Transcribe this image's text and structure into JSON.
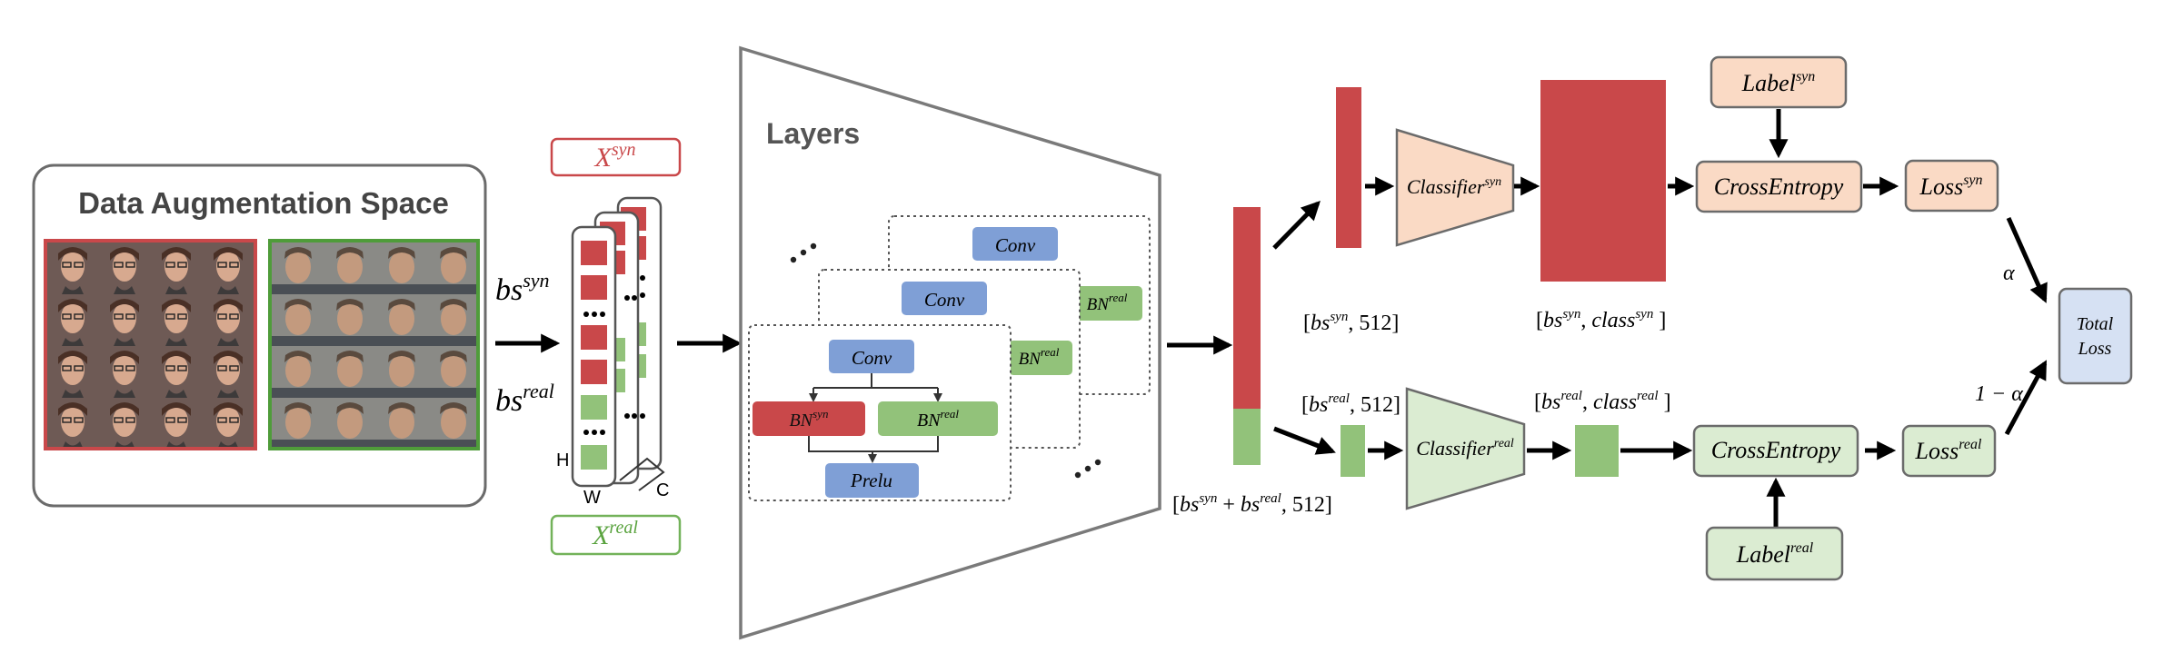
{
  "augmentation": {
    "title": "Data Augmentation Space"
  },
  "inputs": {
    "x_syn": {
      "base": "X",
      "sup": "syn"
    },
    "x_real": {
      "base": "X",
      "sup": "real"
    },
    "bs_syn": {
      "base": "bs",
      "sup": "syn"
    },
    "bs_real": {
      "base": "bs",
      "sup": "real"
    },
    "dims": {
      "h": "H",
      "w": "W",
      "c": "C"
    }
  },
  "network": {
    "title": "Layers",
    "conv": "Conv",
    "bn_syn": {
      "base": "BN",
      "sup": "syn"
    },
    "bn_real": {
      "base": "BN",
      "sup": "real"
    },
    "prelu": "Prelu",
    "ellipsis": "..."
  },
  "features": {
    "combined_shape": {
      "pre": "[",
      "a": "bs",
      "a_sup": "syn",
      "plus": " + ",
      "b": "bs",
      "b_sup": "real",
      "post": ", 512]"
    },
    "syn_shape": {
      "pre": "[",
      "a": "bs",
      "a_sup": "syn",
      "post": ", 512]"
    },
    "real_shape": {
      "pre": "[",
      "a": "bs",
      "a_sup": "real",
      "post": ", 512]"
    }
  },
  "heads": {
    "classifier_syn": {
      "base": "Classifier",
      "sup": "syn"
    },
    "classifier_real": {
      "base": "Classifier",
      "sup": "real"
    },
    "logits_syn_shape": {
      "pre": "[",
      "a": "bs",
      "a_sup": "syn",
      "mid": ", ",
      "b": "class",
      "b_sup": "syn",
      "post": " ]"
    },
    "logits_real_shape": {
      "pre": "[",
      "a": "bs",
      "a_sup": "real",
      "mid": ", ",
      "b": "class",
      "b_sup": "real",
      "post": " ]"
    },
    "label_syn": {
      "base": "Label",
      "sup": "syn"
    },
    "label_real": {
      "base": "Label",
      "sup": "real"
    },
    "cross_entropy": "CrossEntropy",
    "loss_syn": {
      "base": "Loss",
      "sup": "syn"
    },
    "loss_real": {
      "base": "Loss",
      "sup": "real"
    },
    "alpha": "α",
    "one_minus_alpha": "1 − α",
    "total_loss_line1": "Total",
    "total_loss_line2": "Loss"
  },
  "colors": {
    "syn_red": "#c9484a",
    "real_green": "#92c27a",
    "conv_blue": "#7f9fd6",
    "peach": "#fadac5",
    "light_green": "#dbecd2",
    "light_blue": "#d6e1f3",
    "gray_stroke": "#6b6b6b"
  }
}
